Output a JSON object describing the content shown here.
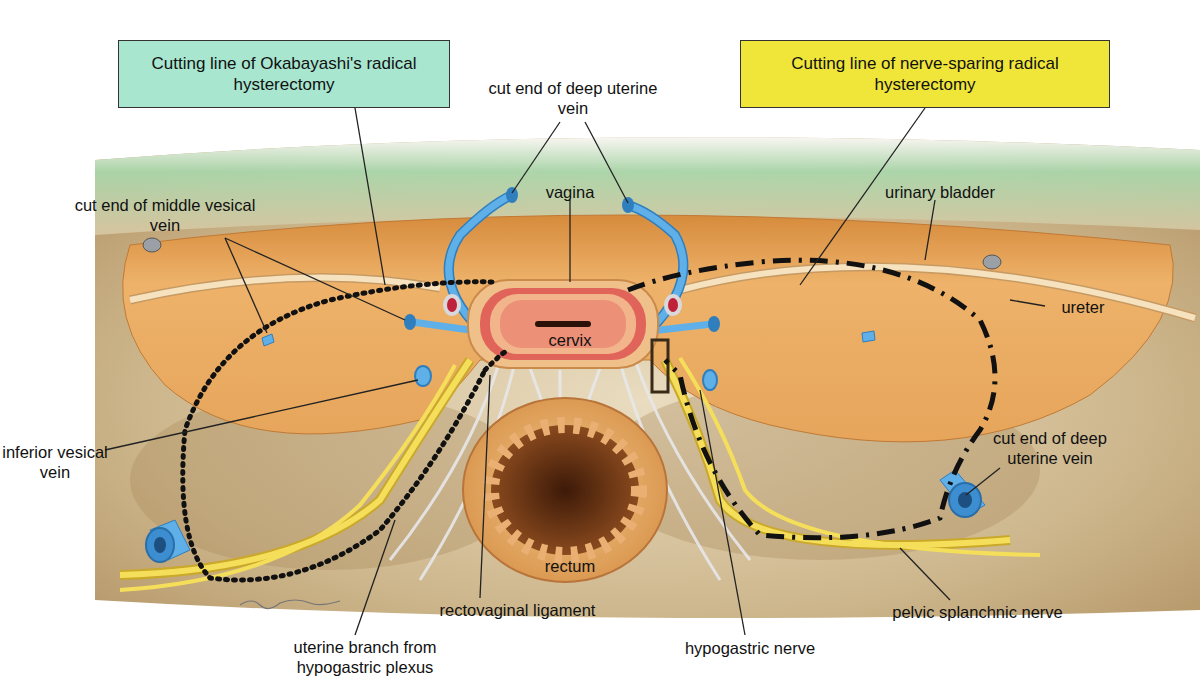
{
  "diagram": {
    "nodes": [
      {
        "text": [
          "Cutting line of Okabayashi's radical hysterectomy"
        ]
      },
      {
        "text": [
          "Cutting line of nerve-sparing radical hysterectomy"
        ]
      }
    ],
    "labels": [
      "cut end of deep uterine vein",
      "vagina",
      "cut end of middle vesical vein",
      "urinary bladder",
      "ureter",
      "cervix",
      "inferior vesical vein",
      "cut end of deep uterine vein",
      "rectum",
      "rectovaginal ligament",
      "uterine branch from hypogastric plexus",
      "hypogastric nerve",
      "pelvic splanchnic nerve"
    ]
  }
}
